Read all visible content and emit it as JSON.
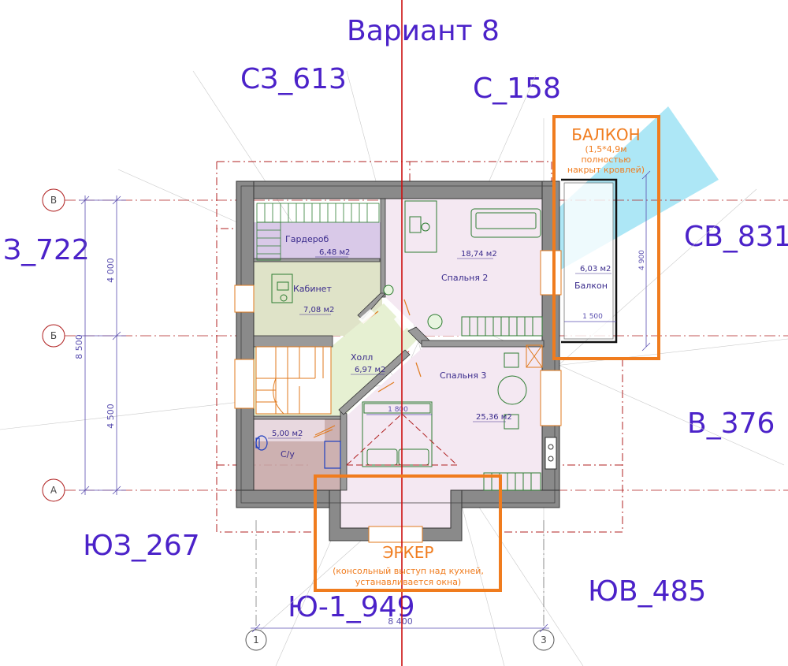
{
  "title": "Вариант 8",
  "directions": {
    "nw": "СЗ_613",
    "n": "С_158",
    "w": "З_722",
    "ne": "СВ_831",
    "e": "В_376",
    "sw": "ЮЗ_267",
    "s": "Ю-1_949",
    "se": "ЮВ_485"
  },
  "axes": {
    "rows": [
      "В",
      "Б",
      "А"
    ],
    "cols": [
      "1",
      "3"
    ]
  },
  "dimensions": {
    "left_upper": "4 000",
    "left_lower": "4 500",
    "left_total": "8 500",
    "bottom_total": "8 400",
    "balcony_height": "4 900",
    "balcony_width": "1 500",
    "erker_width": "1 800"
  },
  "rooms": [
    {
      "name": "Гардероб",
      "area": "6,48 м2"
    },
    {
      "name": "Кабинет",
      "area": "7,08 м2"
    },
    {
      "name": "Спальня 2",
      "area": "18,74 м2"
    },
    {
      "name": "Холл",
      "area": "6,97 м2"
    },
    {
      "name": "Спальня 3",
      "area": "25,36 м2"
    },
    {
      "name": "С/у",
      "area": "5,00 м2"
    },
    {
      "name": "Балкон",
      "area": "6,03 м2"
    }
  ],
  "callouts": {
    "balcony": {
      "title": "БАЛКОН",
      "note1": "(1,5*4,9м",
      "note2": "полностью",
      "note3": "накрыт кровлей)"
    },
    "erker": {
      "title": "ЭРКЕР",
      "note1": "(консольный выступ над кухней,",
      "note2": "устанавливается окна)"
    }
  },
  "colors": {
    "direction_text": "#4b22c9",
    "callout": "#f07c1e",
    "axis_line": "#b02020",
    "north_line": "#cc1010",
    "sun_ray": "#9fe3f5",
    "wall": "#7a7a7a",
    "cabinet_fill": "#dfe3c8",
    "wardrobe_fill": "#d9c9e8",
    "bedroom_fill": "#f4e8f2",
    "hall_fill": "#e6f0d2",
    "bath_fill": "#c8a8a8"
  }
}
